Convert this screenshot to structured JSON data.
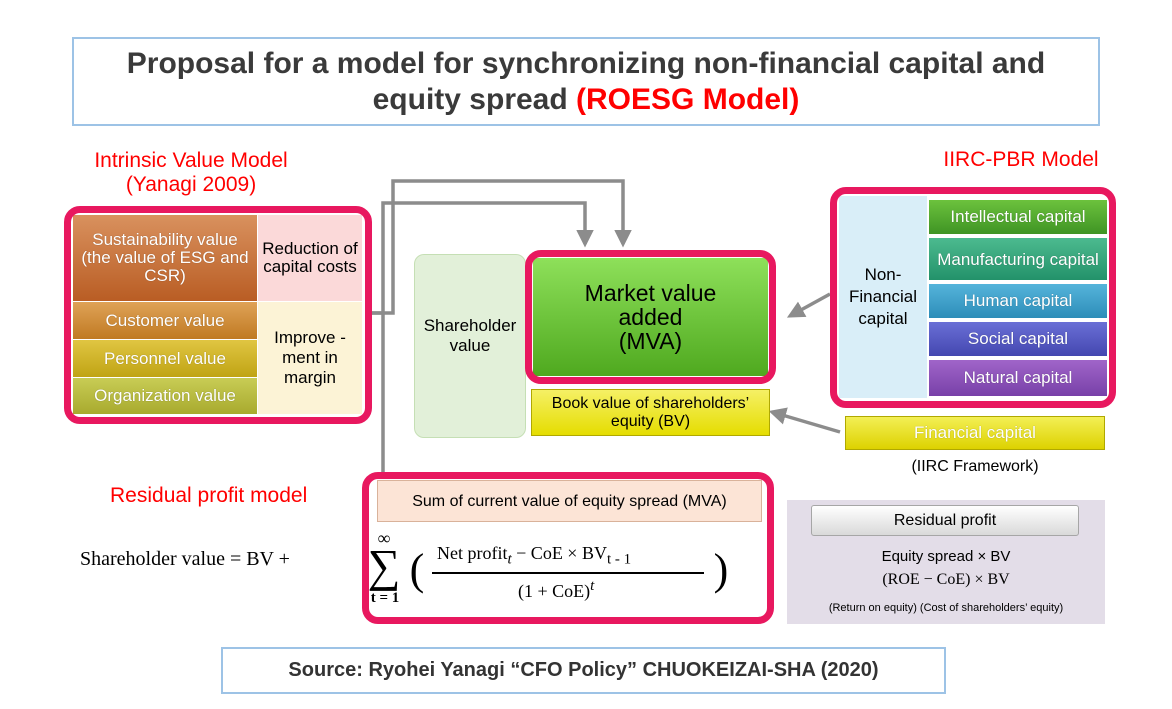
{
  "title": {
    "line1": "Proposal for a model for synchronizing non-financial capital and",
    "line2_plain": "equity spread ",
    "line2_highlight": "(ROESG Model)"
  },
  "intrinsic": {
    "label_line1": "Intrinsic Value Model",
    "label_line2": "(Yanagi 2009)",
    "sustainability": "Sustainability value (the value of ESG and CSR)",
    "reduction": "Reduction of capital costs",
    "customer": "Customer value",
    "personnel": "Personnel value",
    "organization": "Organization value",
    "improvement": "Improve -ment in margin"
  },
  "center": {
    "shareholder": "Shareholder value",
    "mva_line1": "Market value",
    "mva_line2": "added",
    "mva_line3": "(MVA)",
    "bv": "Book value of shareholders’ equity (BV)"
  },
  "iirc": {
    "label": "IIRC-PBR Model",
    "nonfin": "Non-Financial capital",
    "intellectual": "Intellectual capital",
    "manufacturing": "Manufacturing capital",
    "human": "Human capital",
    "social": "Social capital",
    "natural": "Natural capital",
    "financial": "Financial capital",
    "framework": "(IIRC Framework)"
  },
  "residual": {
    "label": "Residual profit model",
    "sum_box": "Sum of current value of equity spread (MVA)",
    "formula_left": "Shareholder value = BV +",
    "sum_top": "∞",
    "sum_sign": "∑",
    "sum_bottom": "t = 1",
    "numerator": "Net profit",
    "num_sub_t": "t",
    "num_minus": " − CoE × BV",
    "num_sub_t1": "t - 1",
    "denominator": "(1 + CoE)",
    "den_sup": "t",
    "rp_button": "Residual profit",
    "rp_line1": "Equity spread × BV",
    "rp_line2": "(ROE − CoE) × BV",
    "rp_line3": "(Return on equity) (Cost of shareholders’ equity)"
  },
  "source": "Source: Ryohei Yanagi “CFO Policy” CHUOKEIZAI-SHA (2020)",
  "colors": {
    "pink": "#e8185f",
    "red": "#ff0000",
    "frame_blue": "#9dc3e6"
  }
}
